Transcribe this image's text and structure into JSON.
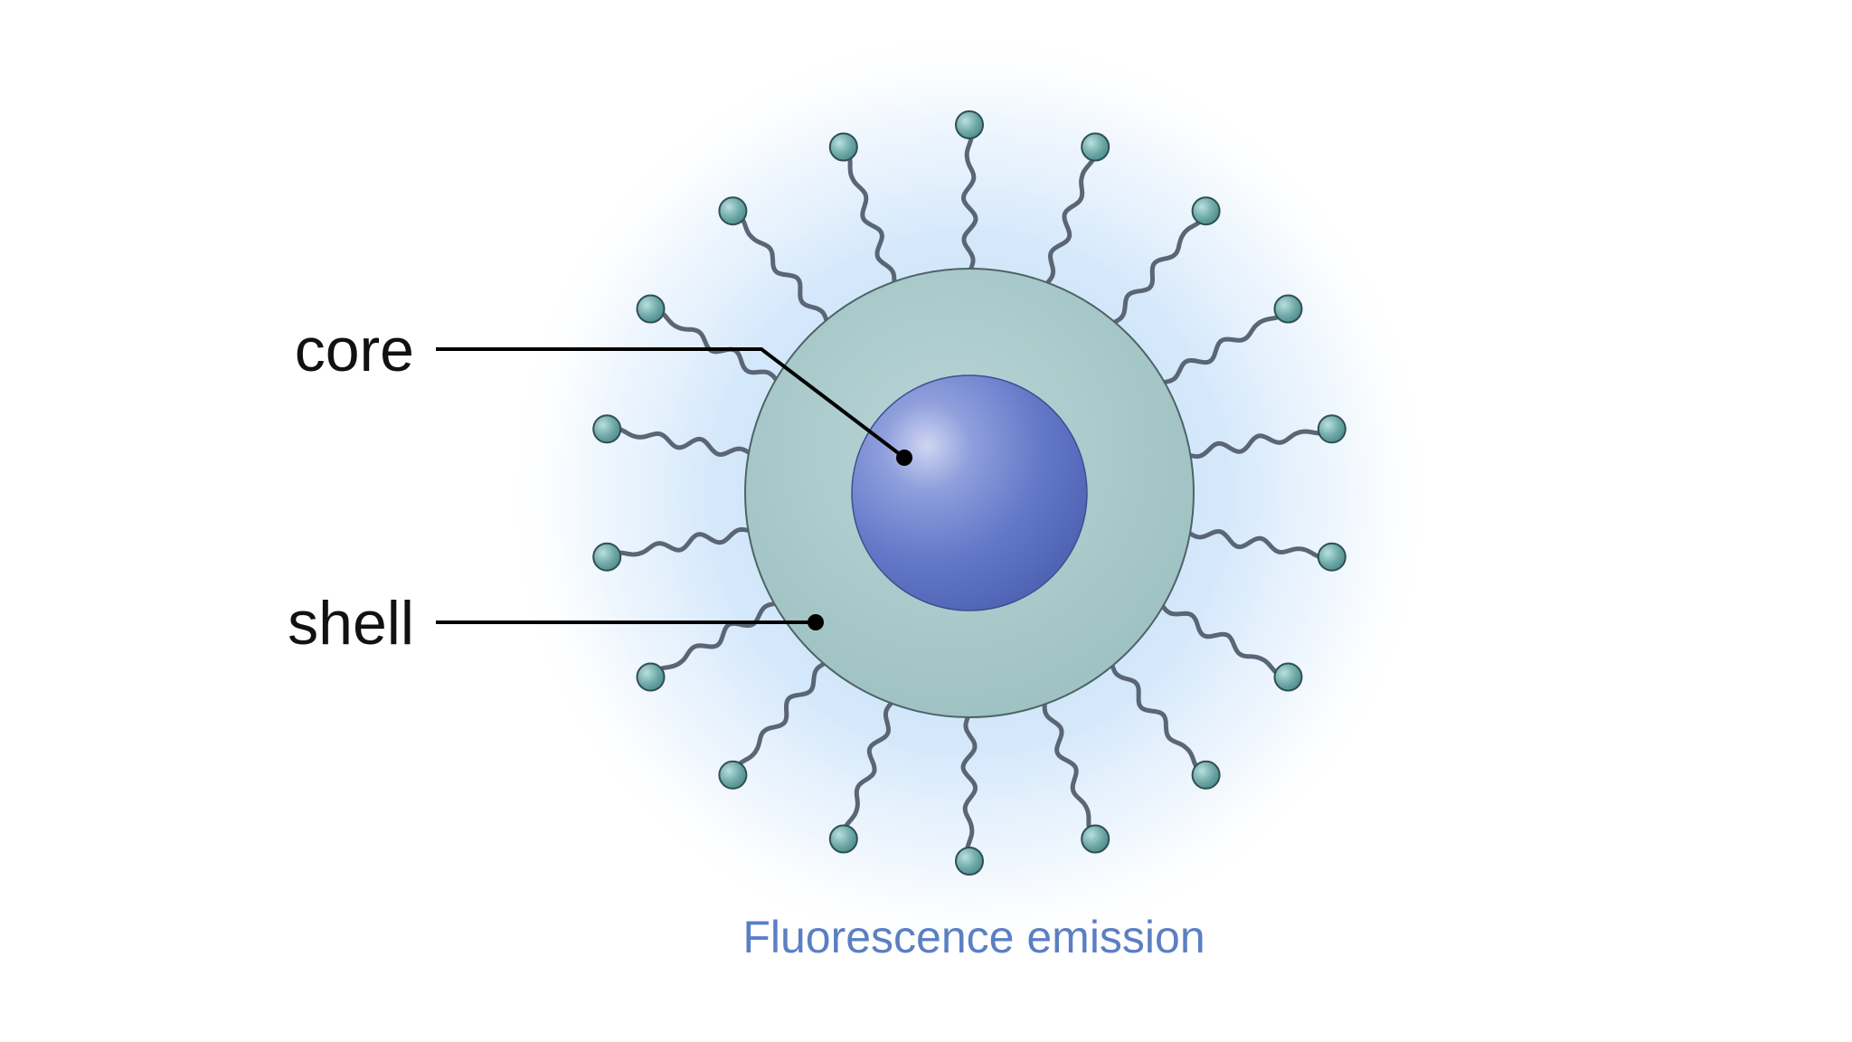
{
  "labels": {
    "core": "core",
    "shell": "shell",
    "caption": "Fluorescence emission"
  },
  "colors": {
    "background": "#ffffff",
    "glow": "#cfe4fa",
    "shell_fill": "#a9cacb",
    "shell_stroke": "#4f6366",
    "core_fill": "#5d74c4",
    "core_highlight": "#c5cdf0",
    "ligand_chain": "#5a6675",
    "ligand_head": "#6fa9a8",
    "leader_line": "#000000",
    "caption_text": "#5a7fc4",
    "label_text": "#111111"
  },
  "ligands": {
    "count": 18
  }
}
